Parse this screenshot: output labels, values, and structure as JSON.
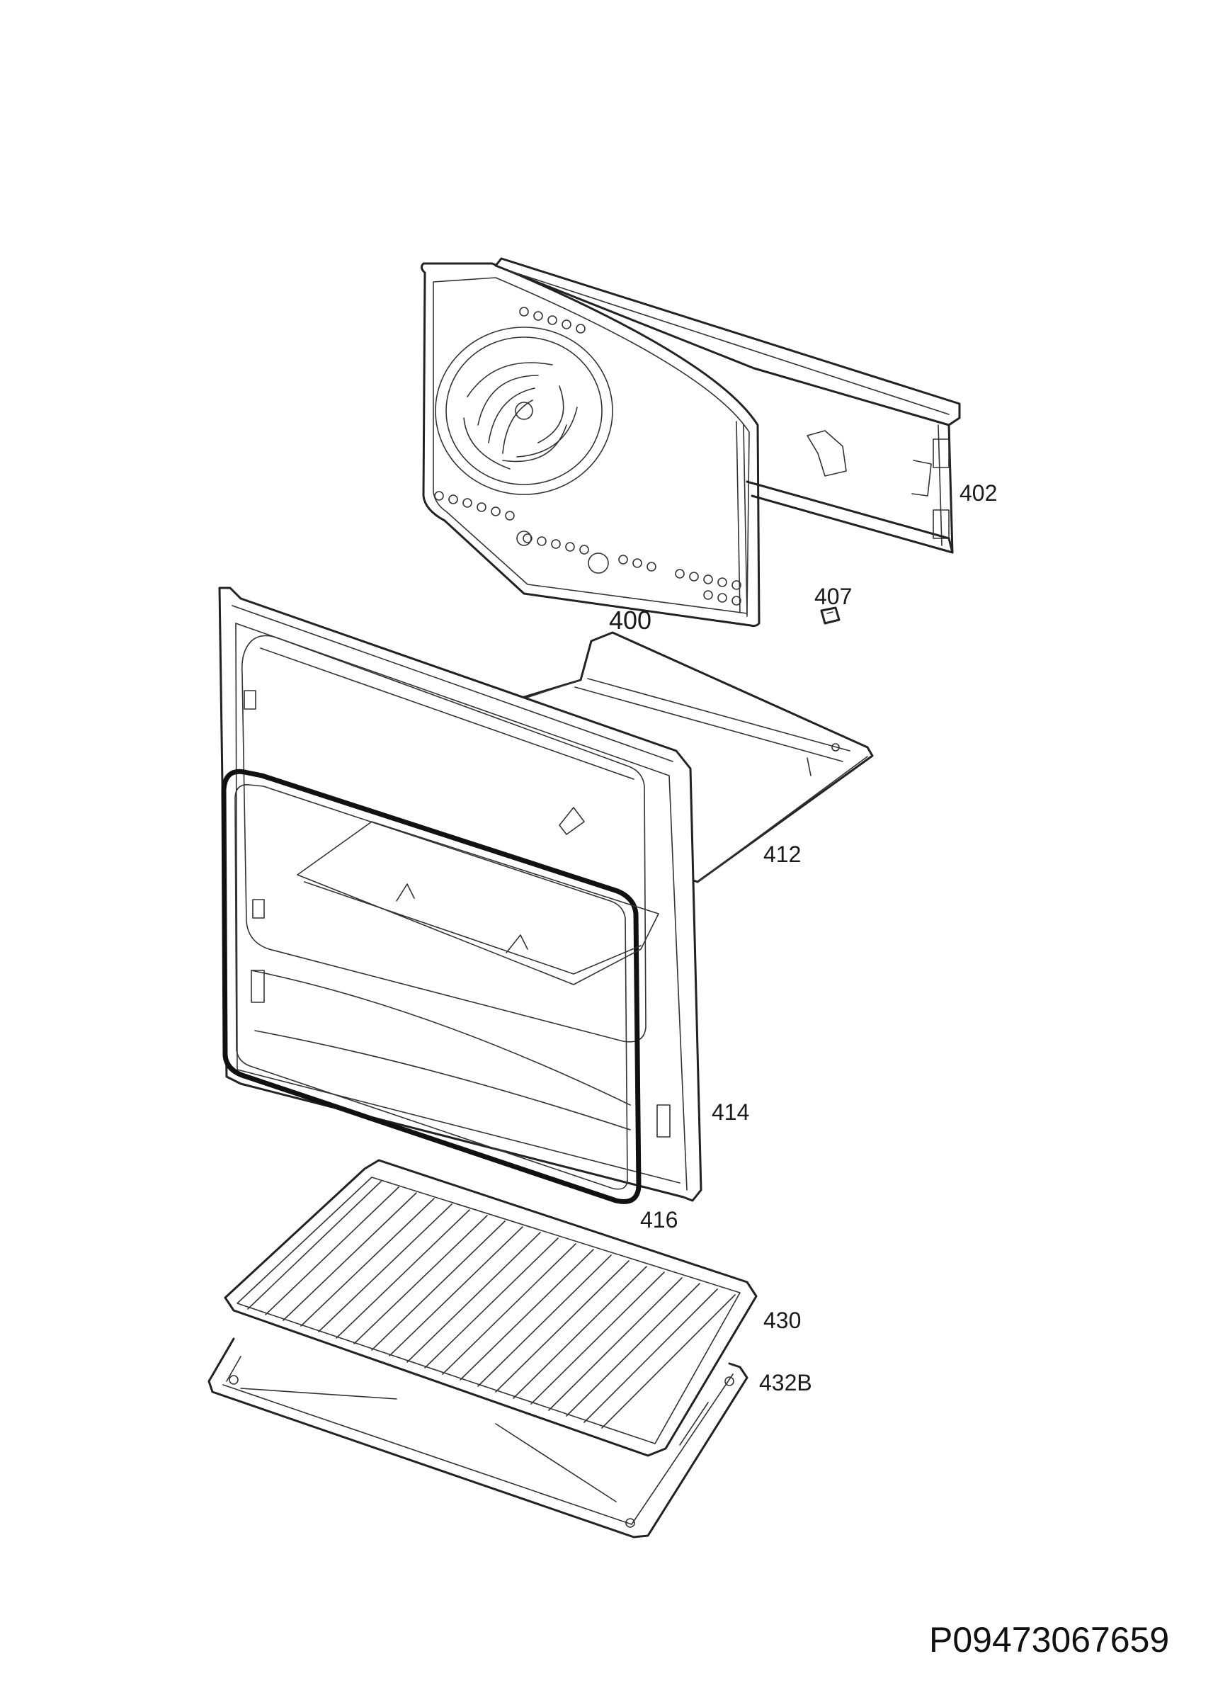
{
  "parts": [
    {
      "id": "400",
      "label": "400"
    },
    {
      "id": "402",
      "label": "402"
    },
    {
      "id": "407",
      "label": "407"
    },
    {
      "id": "412",
      "label": "412"
    },
    {
      "id": "414",
      "label": "414"
    },
    {
      "id": "416",
      "label": "416"
    },
    {
      "id": "430",
      "label": "430"
    },
    {
      "id": "432B",
      "label": "432B"
    }
  ],
  "document_code": "P09473067659"
}
